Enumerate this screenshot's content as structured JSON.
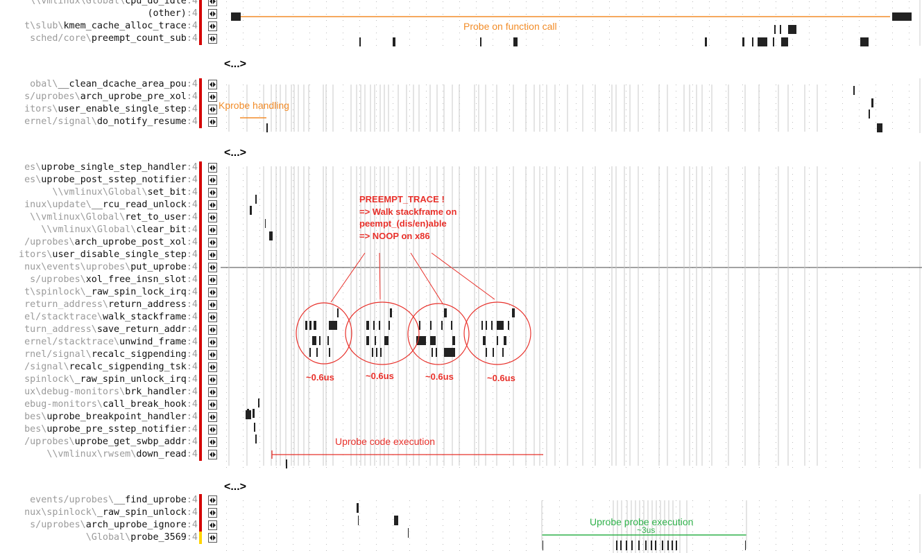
{
  "sections": [
    {
      "rows": [
        {
          "prefix": "\\\\vmlinux\\Global\\",
          "name": "cpu_do_idle",
          "suffix": ":4"
        },
        {
          "prefix": "",
          "name": "(other)",
          "suffix": ":4"
        },
        {
          "prefix": "t\\slub\\",
          "name": "kmem_cache_alloc_trace",
          "suffix": ":4"
        },
        {
          "prefix": "sched/core\\",
          "name": "preempt_count_sub",
          "suffix": ":4"
        }
      ]
    },
    {
      "rows": [
        {
          "prefix": "obal\\",
          "name": "__clean_dcache_area_pou",
          "suffix": ":4"
        },
        {
          "prefix": "s/uprobes\\",
          "name": "arch_uprobe_pre_xol",
          "suffix": ":4"
        },
        {
          "prefix": "itors\\",
          "name": "user_enable_single_step",
          "suffix": ":4"
        },
        {
          "prefix": "ernel/signal\\",
          "name": "do_notify_resume",
          "suffix": ":4"
        }
      ]
    },
    {
      "rows": [
        {
          "prefix": "es\\",
          "name": "uprobe_single_step_handler",
          "suffix": ":4"
        },
        {
          "prefix": "es\\",
          "name": "uprobe_post_sstep_notifier",
          "suffix": ":4"
        },
        {
          "prefix": "\\\\vmlinux\\Global\\",
          "name": "set_bit",
          "suffix": ":4"
        },
        {
          "prefix": "inux\\update\\",
          "name": "__rcu_read_unlock",
          "suffix": ":4"
        },
        {
          "prefix": "\\\\vmlinux\\Global\\",
          "name": "ret_to_user",
          "suffix": ":4"
        },
        {
          "prefix": "\\\\vmlinux\\Global\\",
          "name": "clear_bit",
          "suffix": ":4"
        },
        {
          "prefix": "/uprobes\\",
          "name": "arch_uprobe_post_xol",
          "suffix": ":4"
        },
        {
          "prefix": "itors\\",
          "name": "user_disable_single_step",
          "suffix": ":4"
        },
        {
          "prefix": "nux\\events\\uprobes\\",
          "name": "put_uprobe",
          "suffix": ":4"
        },
        {
          "prefix": "s/uprobes\\",
          "name": "xol_free_insn_slot",
          "suffix": ":4"
        },
        {
          "prefix": "t\\spinlock\\",
          "name": "_raw_spin_lock_irq",
          "suffix": ":4"
        },
        {
          "prefix": "return_address\\",
          "name": "return_address",
          "suffix": ":4"
        },
        {
          "prefix": "el/stacktrace\\",
          "name": "walk_stackframe",
          "suffix": ":4"
        },
        {
          "prefix": "turn_address\\",
          "name": "save_return_addr",
          "suffix": ":4"
        },
        {
          "prefix": "ernel/stacktrace\\",
          "name": "unwind_frame",
          "suffix": ":4"
        },
        {
          "prefix": "rnel/signal\\",
          "name": "recalc_sigpending",
          "suffix": ":4"
        },
        {
          "prefix": "/signal\\",
          "name": "recalc_sigpending_tsk",
          "suffix": ":4"
        },
        {
          "prefix": "spinlock\\",
          "name": "_raw_spin_unlock_irq",
          "suffix": ":4"
        },
        {
          "prefix": "ux\\debug-monitors\\",
          "name": "brk_handler",
          "suffix": ":4"
        },
        {
          "prefix": "ebug-monitors\\",
          "name": "call_break_hook",
          "suffix": ":4"
        },
        {
          "prefix": "bes\\",
          "name": "uprobe_breakpoint_handler",
          "suffix": ":4"
        },
        {
          "prefix": "bes\\",
          "name": "uprobe_pre_sstep_notifier",
          "suffix": ":4"
        },
        {
          "prefix": "/uprobes\\",
          "name": "uprobe_get_swbp_addr",
          "suffix": ":4"
        },
        {
          "prefix": "\\\\vmlinux\\rwsem\\",
          "name": "down_read",
          "suffix": ":4"
        }
      ]
    },
    {
      "rows": [
        {
          "prefix": "events/uprobes\\",
          "name": "__find_uprobe",
          "suffix": ":4"
        },
        {
          "prefix": "nux\\spinlock\\",
          "name": "_raw_spin_unlock",
          "suffix": ":4"
        },
        {
          "prefix": "s/uprobes\\",
          "name": "arch_uprobe_ignore",
          "suffix": ":4"
        },
        {
          "prefix": "\\Global\\",
          "name": "probe_3569",
          "suffix": ":4"
        }
      ]
    }
  ],
  "ellipsis": "<...>",
  "annotations": {
    "probe_on_function_call": "Probe on function call",
    "kprobe_handling": "Kprobe handling",
    "preempt_trace": [
      "PREEMPT_TRACE !",
      "=> Walk stackframe on",
      "peempt_(dis/en)able",
      "=> NOOP on x86"
    ],
    "timing": [
      "~0.6us",
      "~0.6us",
      "~0.6us",
      "~0.6us"
    ],
    "uprobe_code_execution": "Uprobe code execution",
    "uprobe_probe_execution": "Uprobe probe execution",
    "uprobe_probe_duration": "~3us"
  },
  "colors": {
    "orange": "#f28c28",
    "red": "#e8302a",
    "green": "#2fb14a",
    "row_bar_red": "#d40000",
    "row_bar_yellow": "#ffd400"
  },
  "icons": {
    "expand_button": "expand-arrows-icon"
  }
}
